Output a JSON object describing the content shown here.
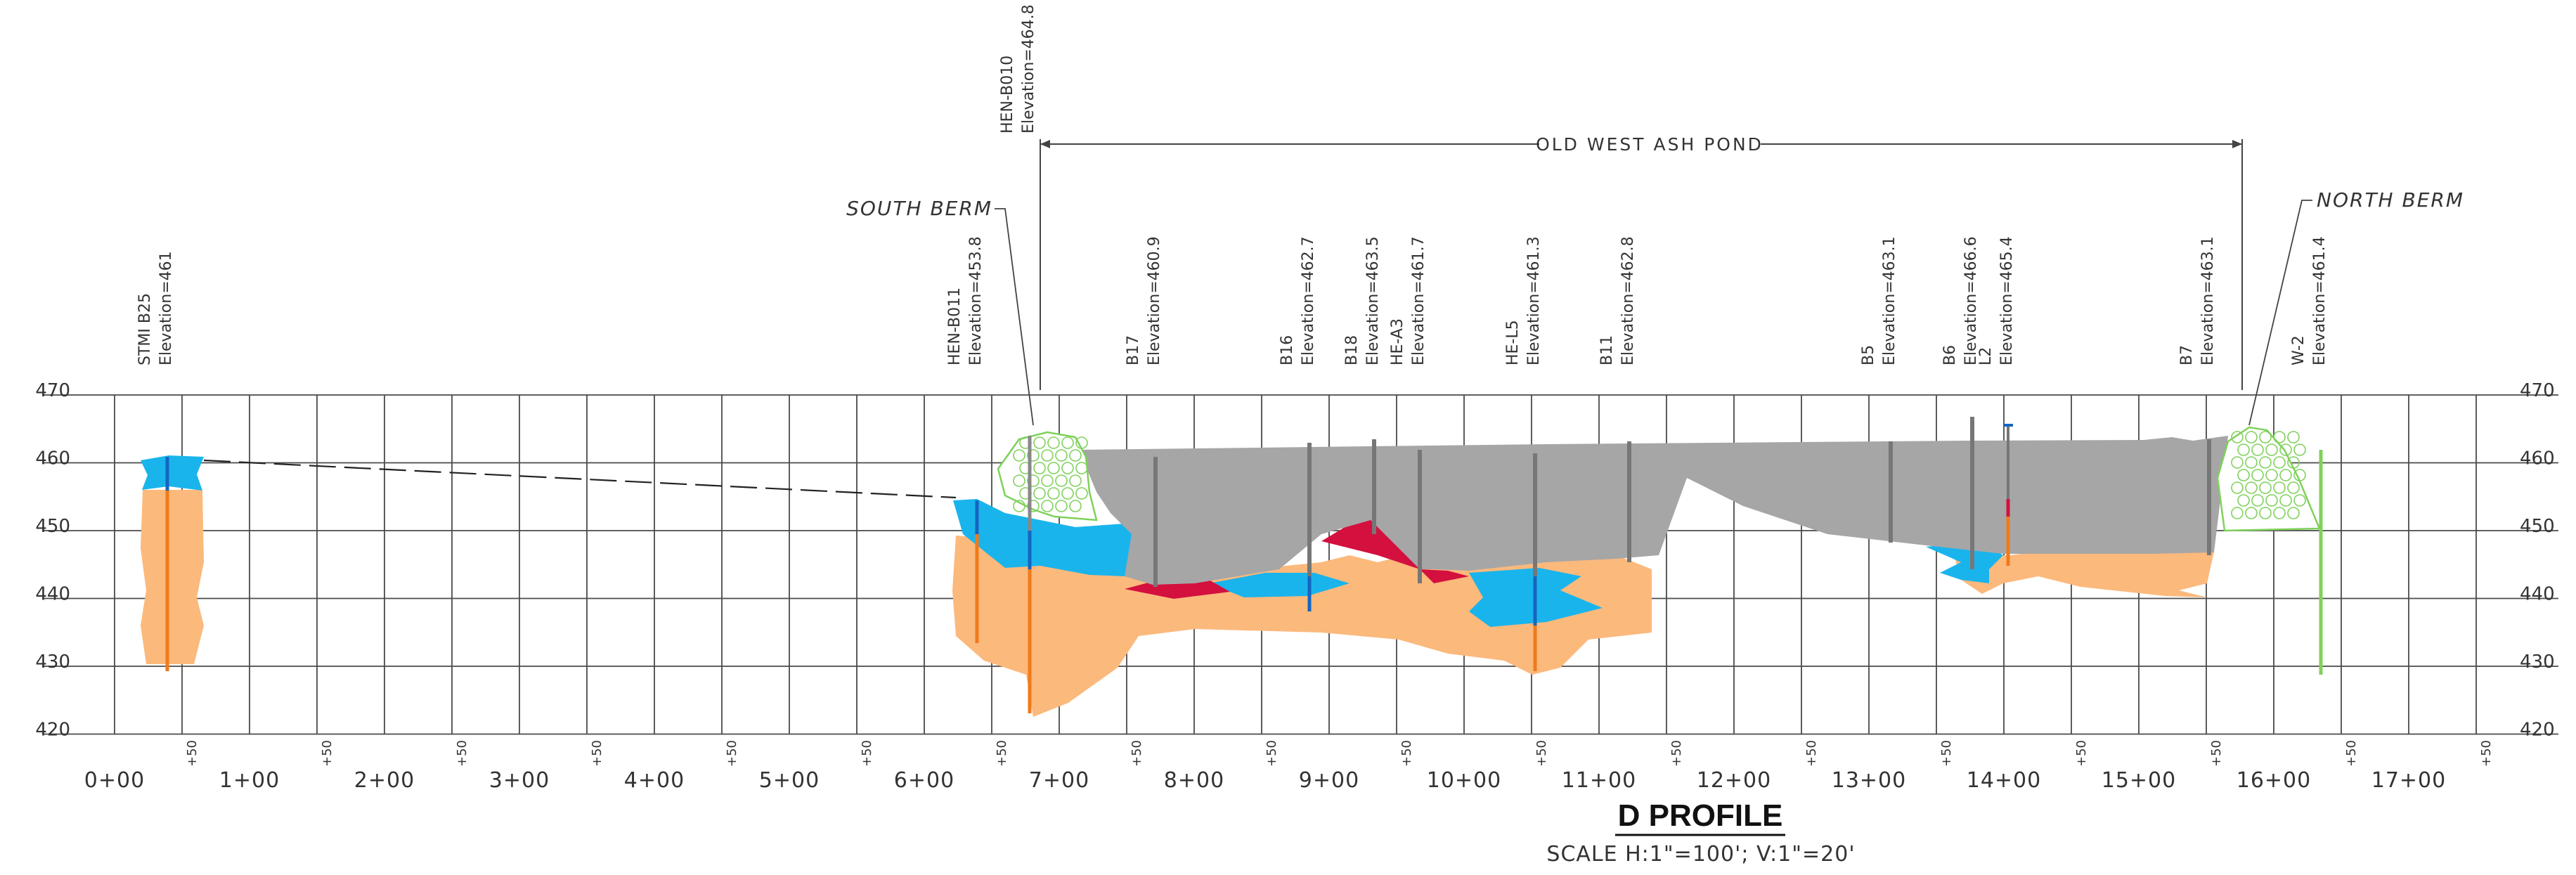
{
  "title": "D PROFILE",
  "scale": "SCALE  H:1\"=100';  V:1\"=20'",
  "pond_label": "OLD WEST ASH POND",
  "south_berm": "SOUTH BERM",
  "north_berm": "NORTH BERM",
  "elevation_ticks": [
    "470",
    "460",
    "450",
    "440",
    "430",
    "420"
  ],
  "stations": [
    "0+00",
    "1+00",
    "2+00",
    "3+00",
    "4+00",
    "5+00",
    "6+00",
    "7+00",
    "8+00",
    "9+00",
    "10+00",
    "11+00",
    "12+00",
    "13+00",
    "14+00",
    "15+00",
    "16+00",
    "17+00"
  ],
  "half_label": "+50",
  "borings": [
    {
      "name": "STMI B25",
      "elev": "Elevation=461",
      "station": 0.4
    },
    {
      "name": "HEN-B011",
      "elev": "Elevation=453.8",
      "station": 6.38
    },
    {
      "name": "HEN-B010",
      "elev": "Elevation=464.8",
      "station": 6.68
    },
    {
      "name": "B17",
      "elev": "Elevation=460.9",
      "station": 7.15
    },
    {
      "name": "B16",
      "elev": "Elevation=462.7",
      "station": 8.35
    },
    {
      "name": "B18",
      "elev": "Elevation=463.5",
      "station": 8.83
    },
    {
      "name": "HE-A3",
      "elev": "Elevation=461.7",
      "station": 9.2
    },
    {
      "name": "HE-L5",
      "elev": "Elevation=461.3",
      "station": 10.07
    },
    {
      "name": "B11",
      "elev": "Elevation=462.8",
      "station": 10.72
    },
    {
      "name": "B5",
      "elev": "Elevation=463.1",
      "station": 13.13
    },
    {
      "name": "B6",
      "elev": "Elevation=466.6",
      "station": 13.7
    },
    {
      "name": "L2",
      "elev": "Elevation=465.4",
      "station": 13.99
    },
    {
      "name": "B7",
      "elev": "Elevation=463.1",
      "station": 15.5
    },
    {
      "name": "W-2",
      "elev": "Elevation=461.4",
      "station": 16.3
    }
  ],
  "colors": {
    "ash": "#a6a6a6",
    "sand": "#fbb97c",
    "clay": "#1ab4ec",
    "fill_red": "#d4103f",
    "berm": "#7fd15b",
    "grid": "#4a4a4a"
  }
}
